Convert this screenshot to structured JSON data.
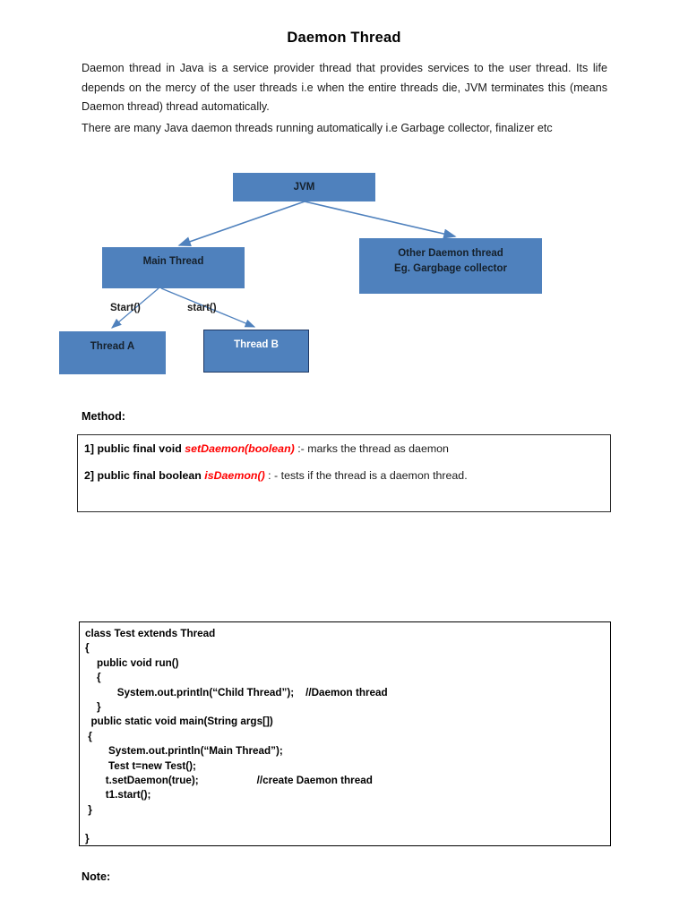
{
  "document": {
    "title": "Daemon Thread",
    "paragraphs": [
      "Daemon thread in Java is a service provider thread that provides services to the user thread. Its life depends on the mercy of the user threads i.e when the entire threads die, JVM terminates this (means Daemon thread) thread automatically.",
      "There are many Java daemon threads running automatically i.e Garbage collector, finalizer etc"
    ]
  },
  "diagram": {
    "box_color": "#4f81bd",
    "border_color": "#1f3864",
    "arrow_color": "#4f81bd",
    "nodes": [
      {
        "id": "jvm",
        "label": "JVM"
      },
      {
        "id": "main-thread",
        "label": "Main Thread"
      },
      {
        "id": "other-daemon",
        "line1": "Other Daemon thread",
        "line2": "Eg. Gargbage collector"
      },
      {
        "id": "thread-a",
        "label": "Thread A"
      },
      {
        "id": "thread-b",
        "label": "Thread B"
      }
    ],
    "edge_labels": [
      {
        "id": "start-a",
        "text": "Start()"
      },
      {
        "id": "start-b",
        "text": "start()"
      }
    ]
  },
  "method": {
    "heading": "Method:",
    "accent_color": "#ff0000",
    "items": [
      {
        "index": "1] public final void ",
        "name": "setDaemon(boolean)",
        "desc": " :- marks the thread as daemon"
      },
      {
        "index": "2] public final boolean ",
        "name": "isDaemon()",
        "desc": " : - tests if the thread is a daemon thread."
      }
    ]
  },
  "code": {
    "lines": [
      "class Test extends Thread",
      "{",
      "    public void run()",
      "    {",
      "           System.out.println(“Child Thread”);    //Daemon thread",
      "    }",
      "  public static void main(String args[])",
      " {",
      "        System.out.println(“Main Thread”);",
      "        Test t=new Test();",
      "       t.setDaemon(true);                    //create Daemon thread",
      "       t1.start();",
      " }",
      "",
      "}"
    ]
  },
  "note": {
    "heading": "Note:"
  }
}
